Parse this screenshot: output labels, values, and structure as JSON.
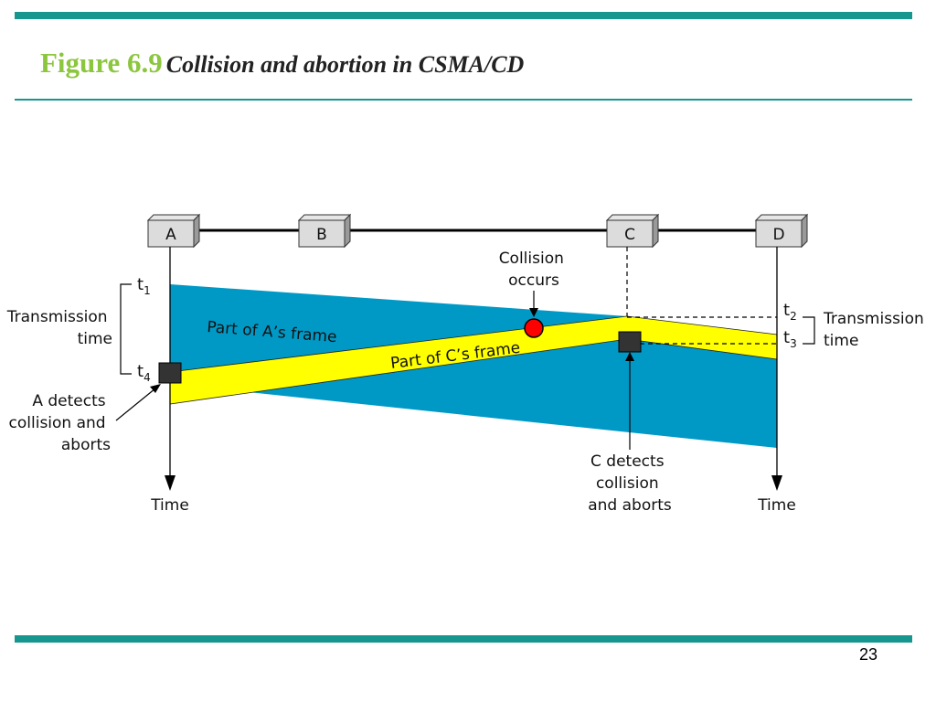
{
  "slide": {
    "figure_number": "Figure 6.9",
    "figure_caption": "Collision and abortion in CSMA/CD",
    "page_number": "23"
  },
  "stations": [
    "A",
    "B",
    "C",
    "D"
  ],
  "labels": {
    "t1": "t",
    "t1_sub": "1",
    "t2": "t",
    "t2_sub": "2",
    "t3": "t",
    "t3_sub": "3",
    "t4": "t",
    "t4_sub": "4",
    "transmission_time_left": [
      "Transmission",
      "time"
    ],
    "transmission_time_right": [
      "Transmission",
      "time"
    ],
    "collision": [
      "Collision",
      "occurs"
    ],
    "a_detects": [
      "A detects",
      "collision and",
      "aborts"
    ],
    "c_detects": [
      "C detects",
      "collision",
      "and aborts"
    ],
    "part_a": "Part of A’s frame",
    "part_c": "Part of C’s frame",
    "time_left": "Time",
    "time_right": "Time"
  },
  "colors": {
    "accent_bar": "#16968f",
    "figure_label": "#8cc63f",
    "frame_a": "#0099c6",
    "frame_c": "#ffff00",
    "collision_dot": "#ff0000",
    "abort_marker": "#333333"
  }
}
